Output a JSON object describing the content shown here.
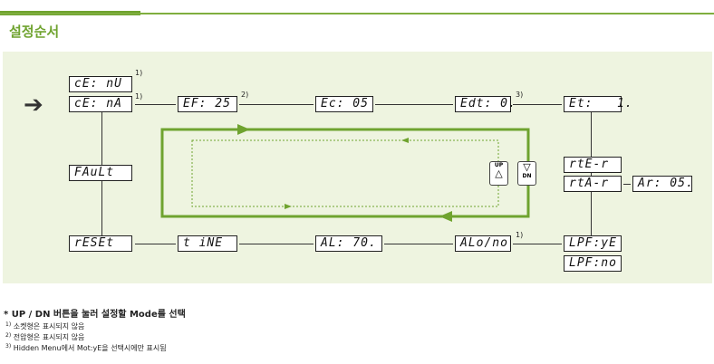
{
  "header": {
    "title": "설정순서"
  },
  "diagram": {
    "nodes": {
      "ct_nu": "cE: nU",
      "ct_na": "cE: nA",
      "ef": "EF: 25",
      "ec": "Ec: 05",
      "edt": "Edt: 0.",
      "et": "Et:   1.",
      "fault": "FAuLt",
      "reset": "rESEt",
      "time": "t iNE",
      "al": "AL: 70.",
      "alono": "ALo/no",
      "rte_r": "rtE-r",
      "rta_r": "rtA-r",
      "ar": "Ar: 05.",
      "lpf_ye": "LPF:yE",
      "lpf_no": "LPF:no"
    },
    "superscripts": {
      "s1a": "1)",
      "s1b": "1)",
      "s2": "2)",
      "s3": "3)",
      "s1c": "1)"
    },
    "buttons": {
      "up": "UP",
      "dn": "DN"
    }
  },
  "notes": {
    "mode_note": "* UP / DN 버튼을 눌러 설정할 Mode를 선택",
    "fn1_mark": "1)",
    "fn1": "소켓형은 표시되지 않음",
    "fn2_mark": "2)",
    "fn2": "전압형은 표시되지 않음",
    "fn3_mark": "3)",
    "fn3": "Hidden Menu에서 Mot:yE을 선택시에만 표시됨"
  },
  "colors": {
    "accent": "#6fa32f",
    "panel": "#eef4e0"
  },
  "icons": [
    "right-arrow-icon",
    "up-triangle-icon",
    "down-triangle-icon"
  ]
}
